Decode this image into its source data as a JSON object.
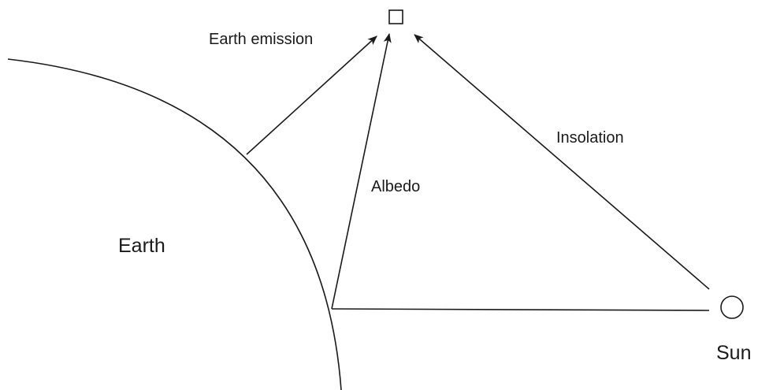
{
  "labels": {
    "earth_emission": "Earth emission",
    "insolation": "Insolation",
    "albedo": "Albedo",
    "earth": "Earth",
    "sun": "Sun"
  },
  "colors": {
    "ink": "#1a1a1a",
    "background": "#ffffff"
  }
}
